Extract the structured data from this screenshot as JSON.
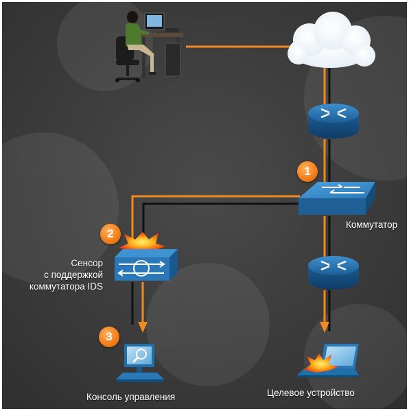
{
  "labels": {
    "switch": "Коммутатор",
    "sensor_line1": "Сенсор",
    "sensor_line2": "с поддержкой",
    "sensor_line3": "коммутатора IDS",
    "console": "Консоль управления",
    "target": "Целевое устройство"
  },
  "steps": [
    "1",
    "2",
    "3"
  ],
  "colors": {
    "background": "#3d3d3d",
    "traffic_line": "#f08a24",
    "normal_line": "#111111",
    "device_blue": "#1f6fa8",
    "step_badge": "#f3801c"
  },
  "icons": {
    "attacker": "person-at-computer-icon",
    "cloud": "cloud-icon",
    "router": "router-icon",
    "switch": "switch-icon",
    "sensor": "ids-sensor-icon",
    "alert": "explosion-icon",
    "console": "management-console-icon",
    "target": "laptop-icon"
  }
}
